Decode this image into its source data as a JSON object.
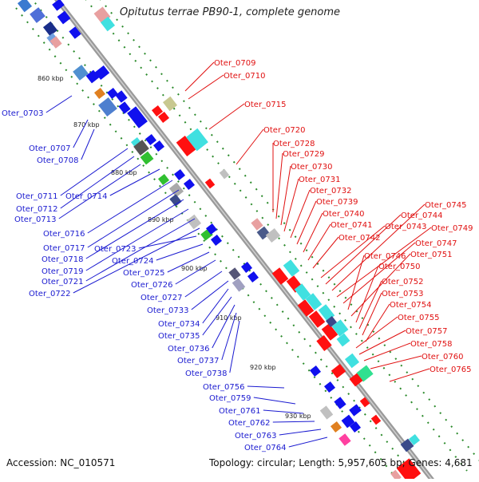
{
  "title": "Opitutus terrae PB90-1, complete genome",
  "accession_label": "Accession: NC_010571",
  "summary_label": "Topology: circular; Length: 5,957,605 bp; Genes: 4,681",
  "colors": {
    "backbone": "#999999",
    "tick": "#2a8a2a",
    "blue_label": "#1a1ad0",
    "red_label": "#e01010"
  },
  "kbp_marks": [
    "860 kbp",
    "870 kbp",
    "880 kbp",
    "890 kbp",
    "900 kbp",
    "910 kbp",
    "920 kbp",
    "930 kbp"
  ],
  "blue_genes": [
    "Oter_0703",
    "Oter_0707",
    "Oter_0708",
    "Oter_0711",
    "Oter_0712",
    "Oter_0713",
    "Oter_0714",
    "Oter_0716",
    "Oter_0717",
    "Oter_0718",
    "Oter_0719",
    "Oter_0721",
    "Oter_0722",
    "Oter_0723",
    "Oter_0724",
    "Oter_0725",
    "Oter_0726",
    "Oter_0727",
    "Oter_0733",
    "Oter_0734",
    "Oter_0735",
    "Oter_0736",
    "Oter_0737",
    "Oter_0738",
    "Oter_0756",
    "Oter_0759",
    "Oter_0761",
    "Oter_0762",
    "Oter_0763",
    "Oter_0764"
  ],
  "red_genes": [
    "Oter_0709",
    "Oter_0710",
    "Oter_0715",
    "Oter_0720",
    "Oter_0728",
    "Oter_0729",
    "Oter_0730",
    "Oter_0731",
    "Oter_0732",
    "Oter_0739",
    "Oter_0740",
    "Oter_0741",
    "Oter_0742",
    "Oter_0743",
    "Oter_0744",
    "Oter_0745",
    "Oter_0749",
    "Oter_0747",
    "Oter_0746",
    "Oter_0751",
    "Oter_0750",
    "Oter_0752",
    "Oter_0753",
    "Oter_0754",
    "Oter_0755",
    "Oter_0757",
    "Oter_0758",
    "Oter_0760",
    "Oter_0765"
  ]
}
